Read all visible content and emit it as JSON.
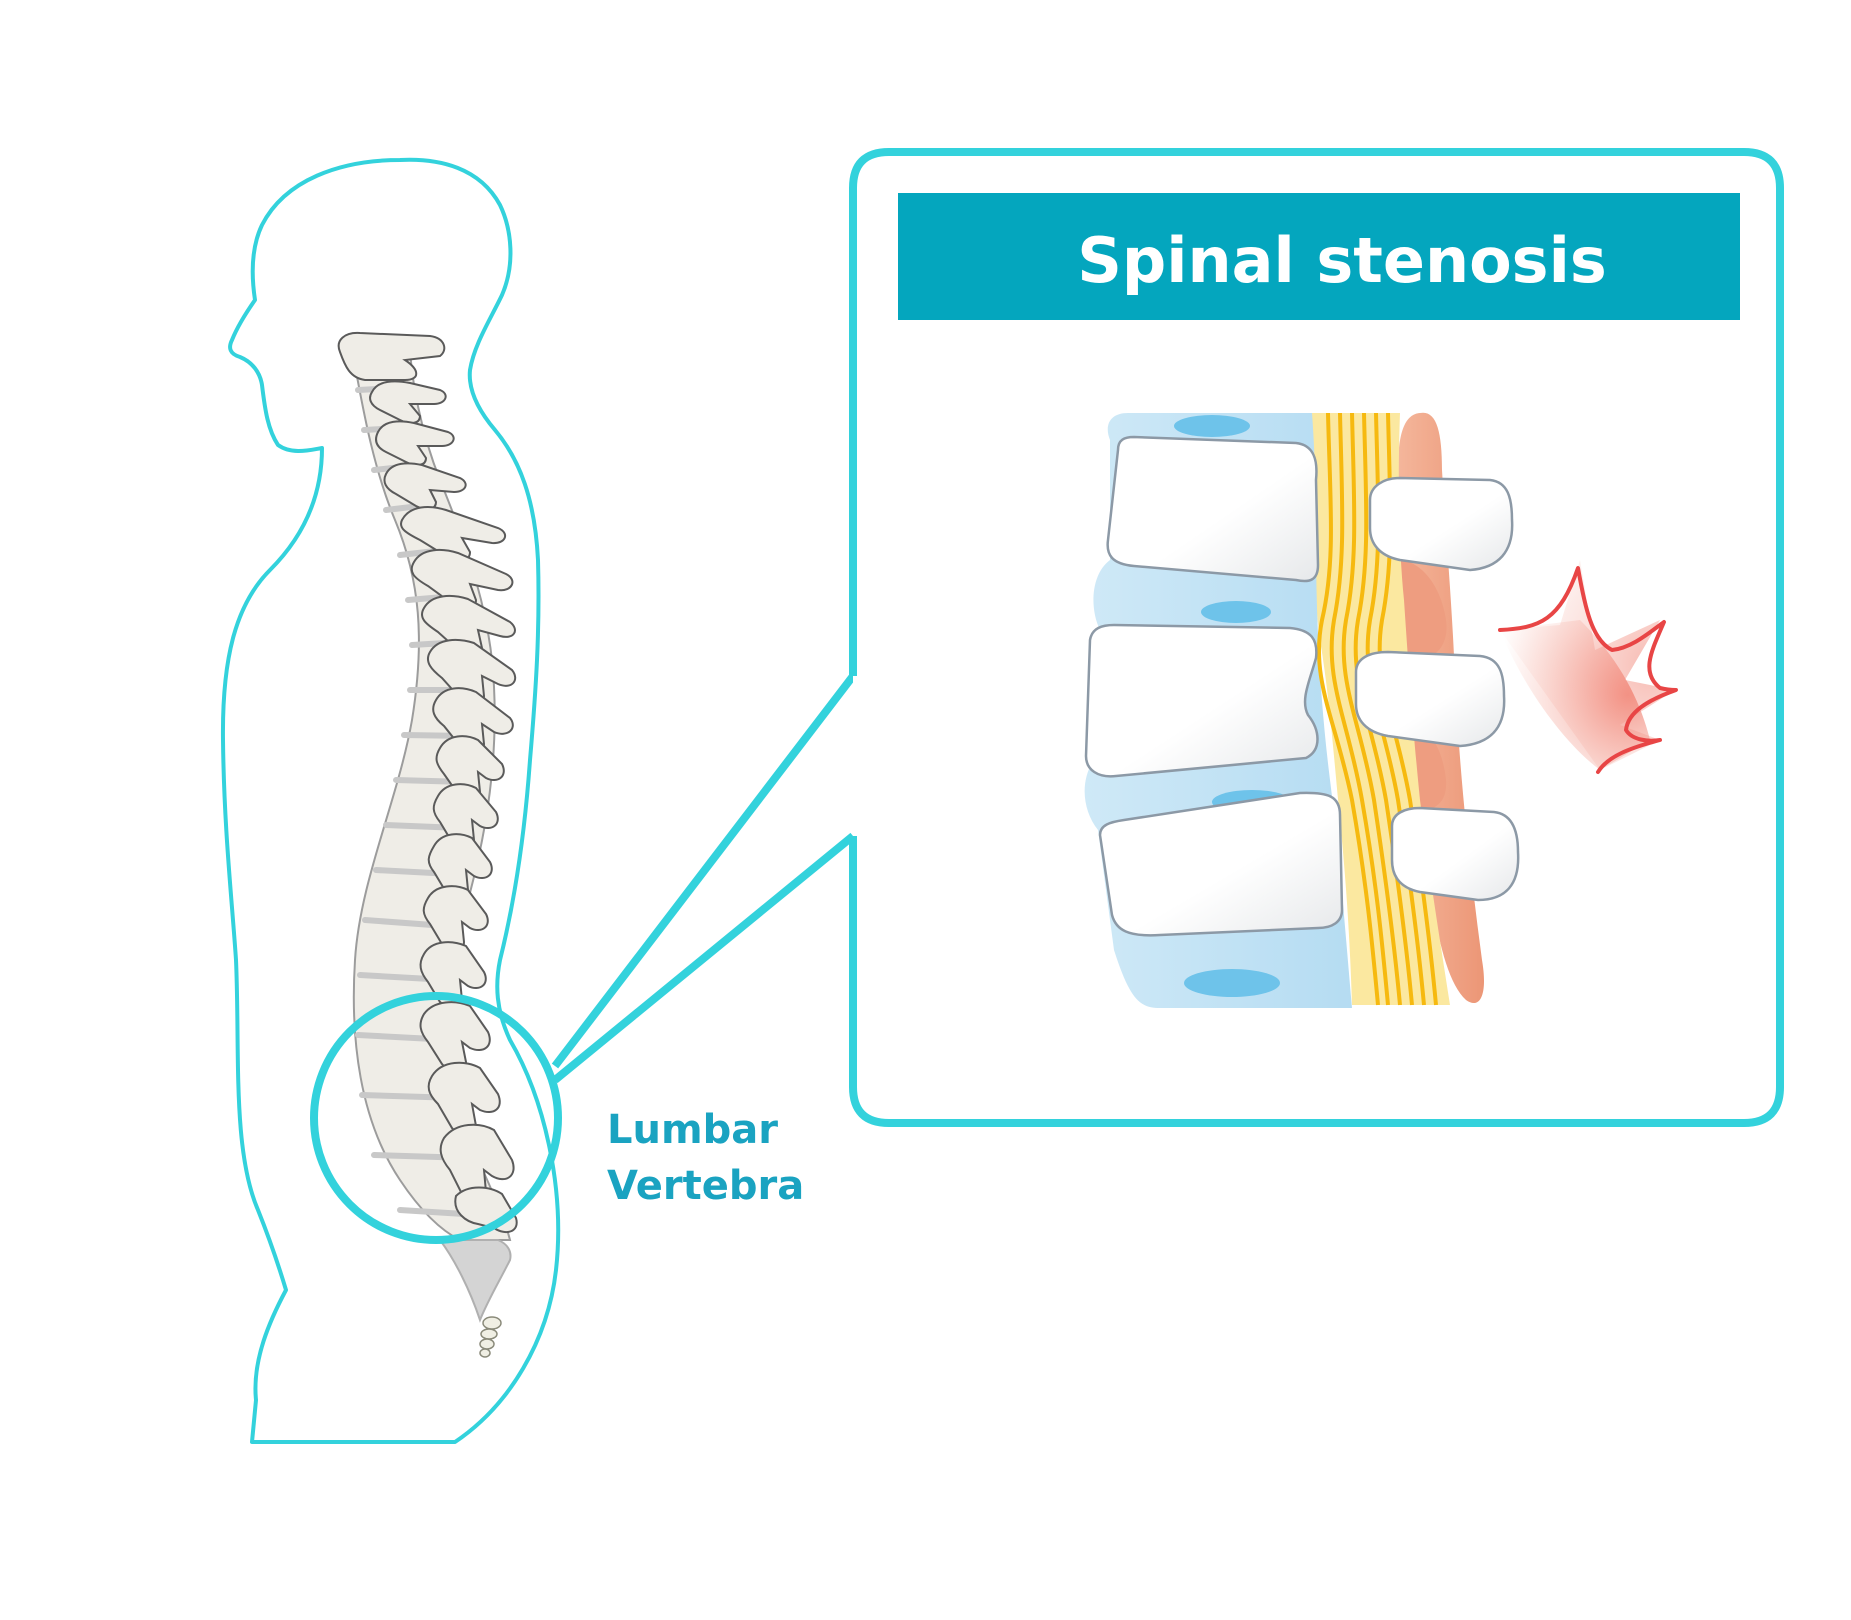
{
  "colors": {
    "outline": "#33d2dc",
    "banner": "#04a6be",
    "label": "#1aa3c1",
    "bone": "#eeece6",
    "bone_stroke": "#8c99a6",
    "disc": "#bfe1f4",
    "disc_core": "#6ec3ea",
    "nerve": "#f6c11b",
    "ligament": "#f1a88a",
    "pain": "#e84545"
  },
  "title": "Spinal stenosis",
  "region_label": {
    "line1": "Lumbar",
    "line2": "Vertebra"
  },
  "icons": {
    "body": "human-body-silhouette-icon",
    "spine": "spine-icon",
    "pain": "pain-burst-icon"
  }
}
